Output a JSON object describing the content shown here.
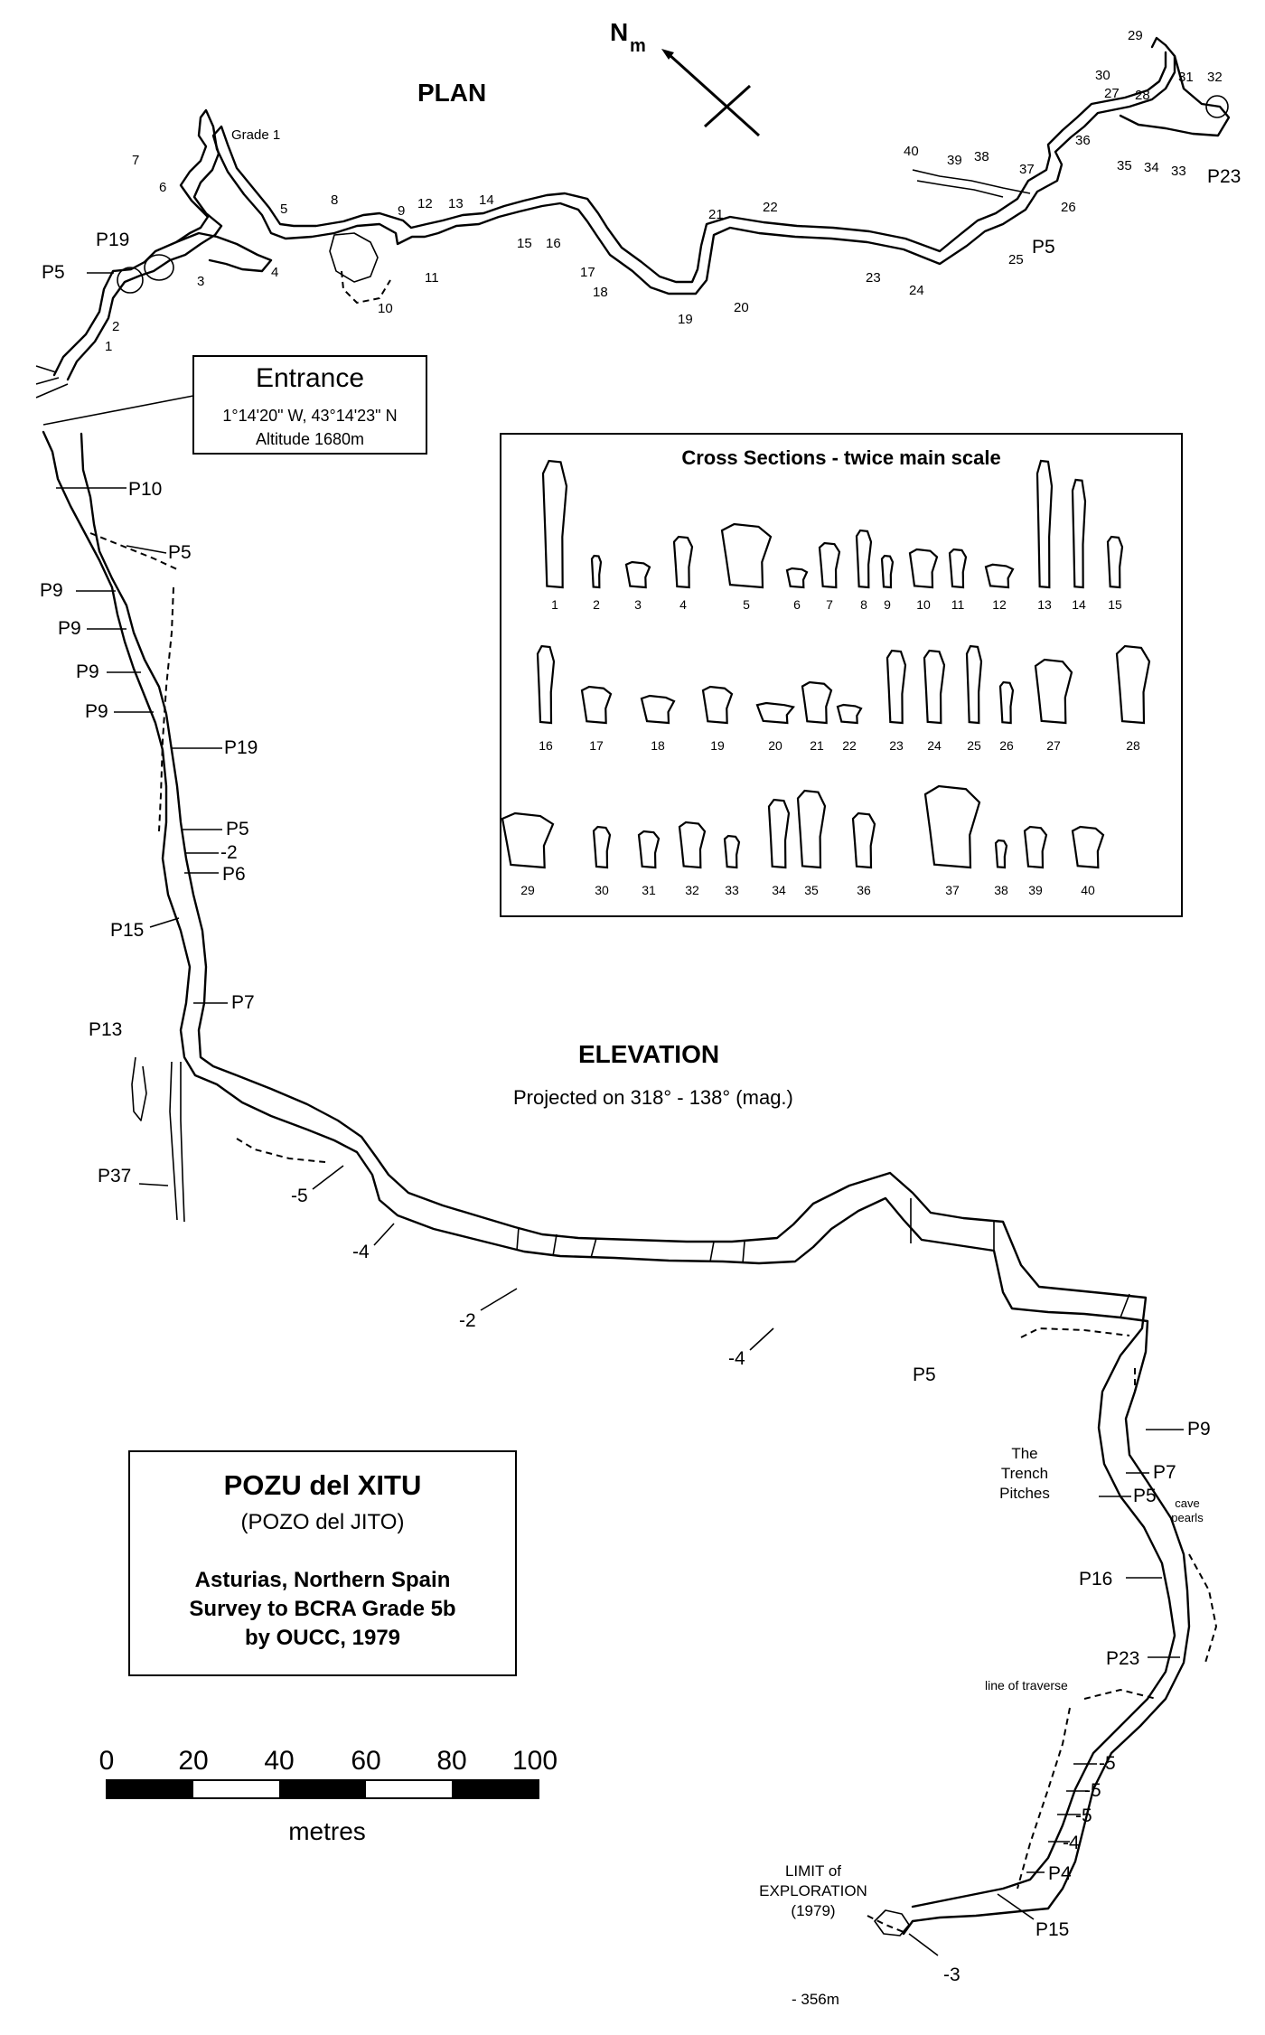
{
  "plan": {
    "title": "PLAN",
    "north": {
      "letter": "N",
      "subscript": "m"
    },
    "grade_note": "Grade 1",
    "stations": [
      {
        "id": "1"
      },
      {
        "id": "2"
      },
      {
        "id": "3"
      },
      {
        "id": "4"
      },
      {
        "id": "5"
      },
      {
        "id": "6"
      },
      {
        "id": "7"
      },
      {
        "id": "8"
      },
      {
        "id": "9"
      },
      {
        "id": "10"
      },
      {
        "id": "11"
      },
      {
        "id": "12"
      },
      {
        "id": "13"
      },
      {
        "id": "14"
      },
      {
        "id": "15"
      },
      {
        "id": "16"
      },
      {
        "id": "17"
      },
      {
        "id": "18"
      },
      {
        "id": "19"
      },
      {
        "id": "20"
      },
      {
        "id": "21"
      },
      {
        "id": "22"
      },
      {
        "id": "23"
      },
      {
        "id": "24"
      },
      {
        "id": "25"
      },
      {
        "id": "26"
      },
      {
        "id": "27"
      },
      {
        "id": "28"
      },
      {
        "id": "29"
      },
      {
        "id": "30"
      },
      {
        "id": "31"
      },
      {
        "id": "32"
      },
      {
        "id": "33"
      },
      {
        "id": "34"
      },
      {
        "id": "35"
      },
      {
        "id": "36"
      },
      {
        "id": "37"
      },
      {
        "id": "38"
      },
      {
        "id": "39"
      },
      {
        "id": "40"
      }
    ],
    "pitches": [
      "P19",
      "P5",
      "P5",
      "P23"
    ]
  },
  "entrance": {
    "title": "Entrance",
    "coords": "1°14'20\" W, 43°14'23\" N",
    "altitude": "Altitude 1680m"
  },
  "cross_sections": {
    "title": "Cross Sections - twice main scale",
    "labels": [
      "1",
      "2",
      "3",
      "4",
      "5",
      "6",
      "7",
      "8",
      "9",
      "10",
      "11",
      "12",
      "13",
      "14",
      "15",
      "16",
      "17",
      "18",
      "19",
      "20",
      "21",
      "22",
      "23",
      "24",
      "25",
      "26",
      "27",
      "28",
      "29",
      "30",
      "31",
      "32",
      "33",
      "34",
      "35",
      "36",
      "37",
      "38",
      "39",
      "40"
    ]
  },
  "elevation": {
    "title": "ELEVATION",
    "projection": "Projected on 318° - 138° (mag.)",
    "upper_pitches": [
      "P10",
      "P5",
      "P9",
      "P9",
      "P9",
      "P9",
      "P19",
      "P5",
      "-2",
      "P6",
      "P15",
      "P7",
      "P13",
      "P37"
    ],
    "mid_steps": [
      "-5",
      "-4",
      "-2",
      "-4",
      "P5"
    ],
    "lower_pitches": [
      "P9",
      "P7",
      "P5",
      "P16",
      "P23",
      "-5",
      "-5",
      "-5",
      "-4",
      "P4",
      "P15",
      "-3"
    ],
    "trench_note": [
      "The",
      "Trench",
      "Pitches"
    ],
    "cave_pearls": [
      "cave",
      "pearls"
    ],
    "traverse_note": "line of traverse",
    "limit_note": [
      "LIMIT of",
      "EXPLORATION",
      "(1979)"
    ],
    "depth": "- 356m"
  },
  "title_box": {
    "name": "POZU del XITU",
    "alt_name": "(POZO del JITO)",
    "region": "Asturias, Northern Spain",
    "grade": "Survey to BCRA Grade 5b",
    "surveyor": "by OUCC, 1979"
  },
  "scale_bar": {
    "ticks": [
      "0",
      "20",
      "40",
      "60",
      "80",
      "100"
    ],
    "unit": "metres"
  }
}
